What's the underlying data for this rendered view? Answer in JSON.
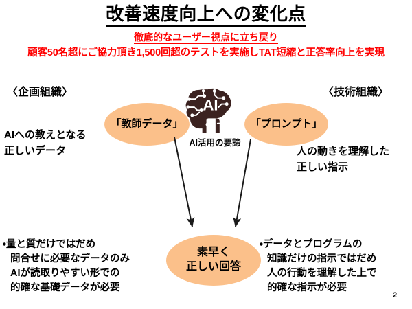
{
  "slide": {
    "title": "改善速度向上への変化点",
    "subtitle_line1": "徹底的なユーザー視点に立ち戻り",
    "subtitle_line2": "顧客50名超にご協力頂き1,500回超のテストを実施しTAT短縮と正答率向上を実現",
    "page_number": "2"
  },
  "organizations": {
    "left_label": "〈企画組織〉",
    "right_label": "〈技術組織〉"
  },
  "side_notes": {
    "left_line1": "AIへの教えとなる",
    "left_line2": "正しいデータ",
    "right_line1": "人の動きを理解した",
    "right_line2": "正しい指示"
  },
  "nodes": {
    "teacher_data": "「教師データ」",
    "prompt": "「プロンプト」",
    "answer_line1": "素早く",
    "answer_line2": "正しい回答"
  },
  "center_icon": {
    "icon_name": "ai-brain-icon",
    "icon_text": "AI",
    "caption": "AI活用の要諦"
  },
  "bullets": {
    "left_line1": "・量と質だけではだめ",
    "left_line2": "問合せに必要なデータのみ",
    "left_line3": "AIが読取りやすい形での",
    "left_line4": "的確な基礎データが必要",
    "right_line1": "・データとプログラムの",
    "right_line2": "知識だけの指示ではだめ",
    "right_line3": "人の行動を理解した上で",
    "right_line4": "的確な指示が必要"
  },
  "colors": {
    "title_text": "#000000",
    "subtitle_text": "#ff0000",
    "ellipse_fill": "#fbc08a",
    "brain_fill": "#3b2220",
    "background": "#ffffff"
  }
}
